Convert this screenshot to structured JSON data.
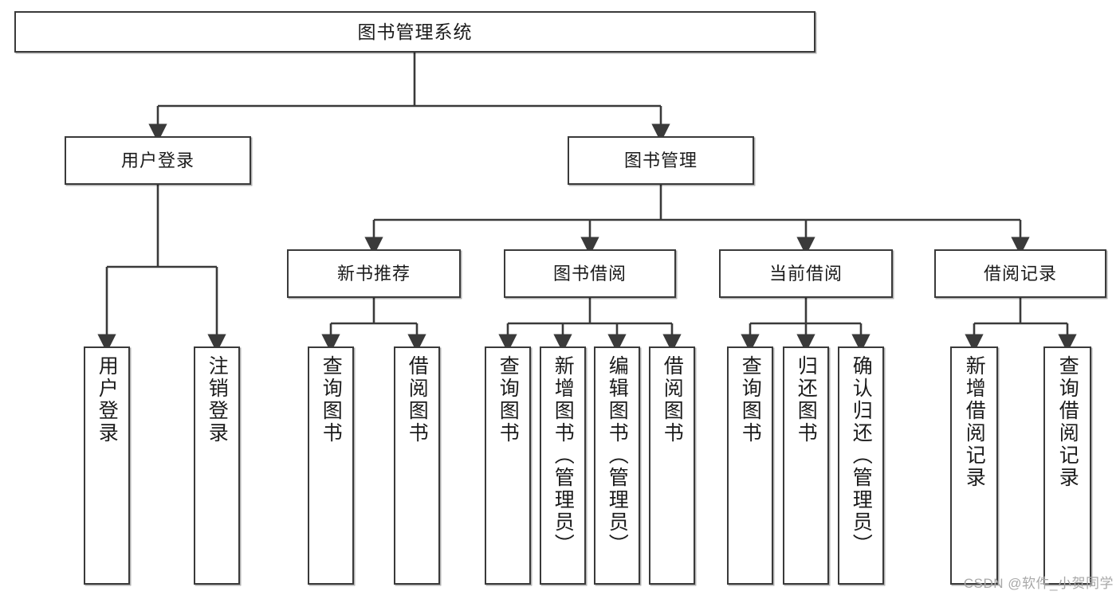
{
  "diagram": {
    "title": "图书管理系统",
    "type": "tree",
    "style": {
      "box_border_color": "#3a3a3a",
      "box_fill_color": "#ffffff",
      "line_color": "#3a3a3a",
      "text_color": "#1b1b1b",
      "background": "#ffffff"
    },
    "nodes": {
      "root": {
        "label": "图书管理系统"
      },
      "level2": [
        {
          "id": "user-login",
          "label": "用户登录"
        },
        {
          "id": "book-manage",
          "label": "图书管理"
        }
      ],
      "level3": [
        {
          "id": "new-book-recommend",
          "label": "新书推荐"
        },
        {
          "id": "book-borrow",
          "label": "图书借阅"
        },
        {
          "id": "current-borrow",
          "label": "当前借阅"
        },
        {
          "id": "borrow-record",
          "label": "借阅记录"
        }
      ],
      "leaves": [
        {
          "id": "leaf-user-login",
          "label": "用户登录",
          "parent": "user-login"
        },
        {
          "id": "leaf-user-logout",
          "label": "注销登录",
          "parent": "user-login"
        },
        {
          "id": "leaf-query-book-1",
          "label": "查询图书",
          "parent": "new-book-recommend"
        },
        {
          "id": "leaf-borrow-book-1",
          "label": "借阅图书",
          "parent": "new-book-recommend"
        },
        {
          "id": "leaf-query-book-2",
          "label": "查询图书",
          "parent": "book-borrow"
        },
        {
          "id": "leaf-add-book",
          "label": "新增图书（管理员）",
          "parent": "book-borrow"
        },
        {
          "id": "leaf-edit-book",
          "label": "编辑图书（管理员）",
          "parent": "book-borrow"
        },
        {
          "id": "leaf-borrow-book-2",
          "label": "借阅图书",
          "parent": "book-borrow"
        },
        {
          "id": "leaf-query-book-3",
          "label": "查询图书",
          "parent": "current-borrow"
        },
        {
          "id": "leaf-return-book",
          "label": "归还图书",
          "parent": "current-borrow"
        },
        {
          "id": "leaf-confirm-return",
          "label": "确认归还（管理员）",
          "parent": "current-borrow"
        },
        {
          "id": "leaf-add-record",
          "label": "新增借阅记录",
          "parent": "borrow-record"
        },
        {
          "id": "leaf-query-record",
          "label": "查询借阅记录",
          "parent": "borrow-record"
        }
      ]
    }
  },
  "watermark": {
    "text": "CSDN @软件_小贺同学"
  }
}
